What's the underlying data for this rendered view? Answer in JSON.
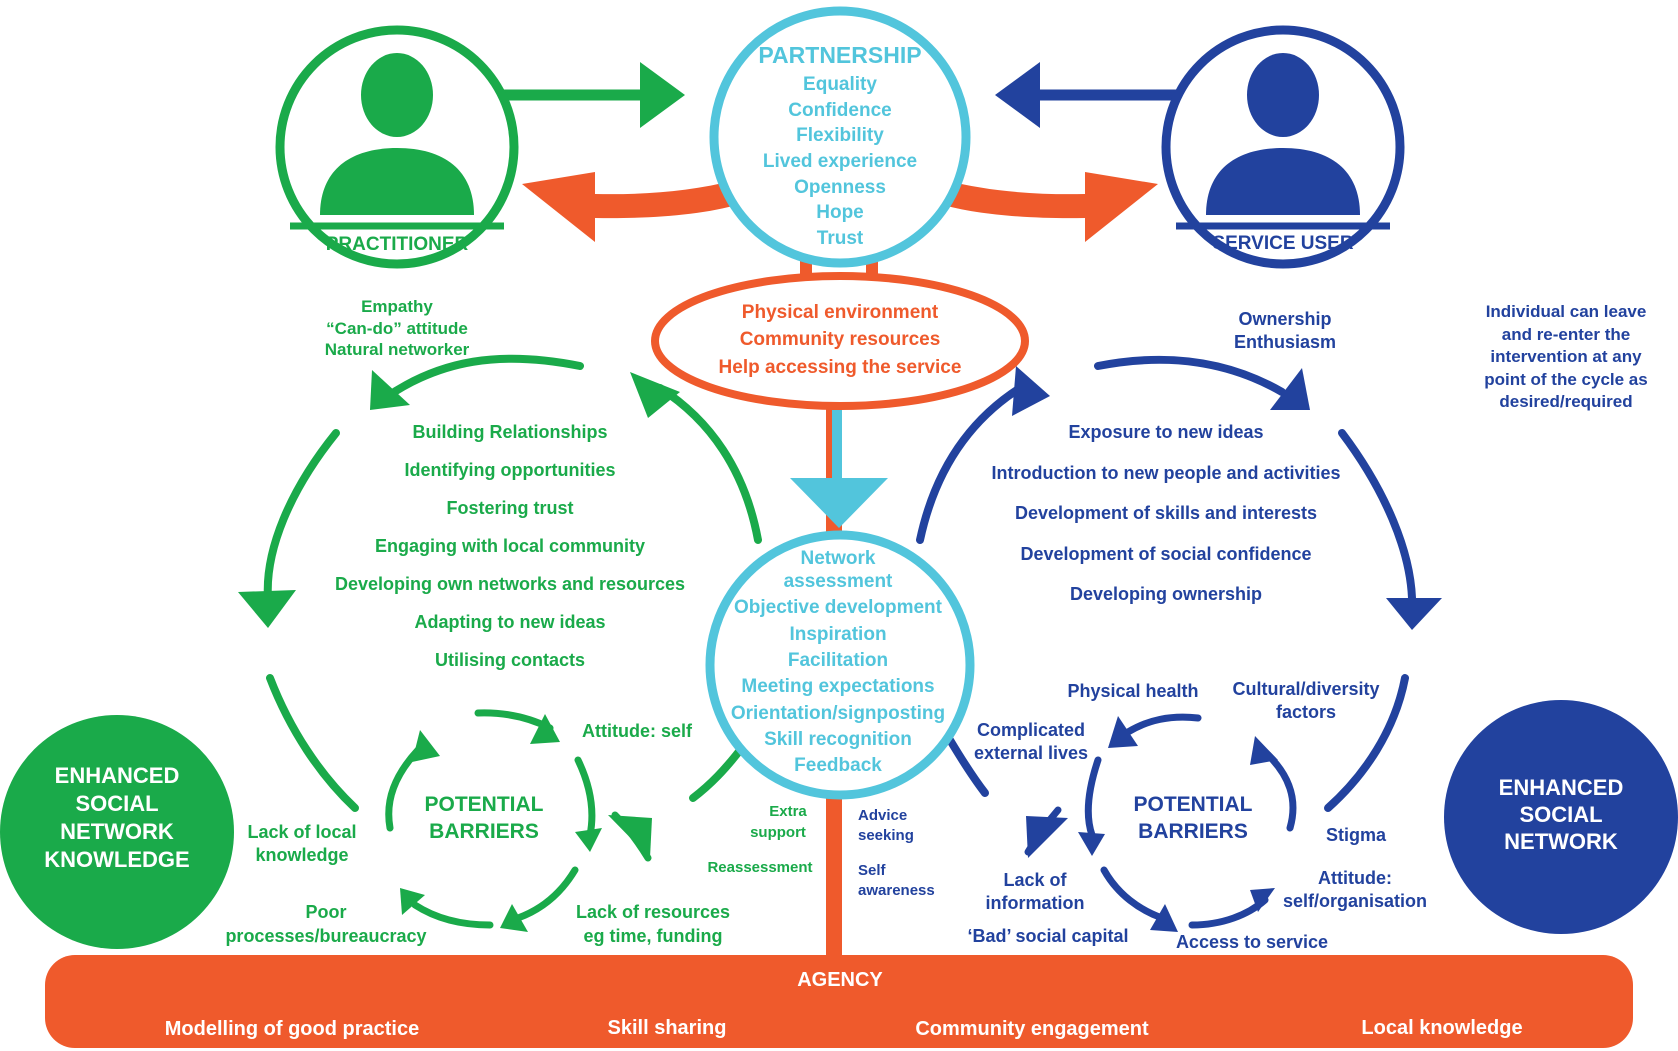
{
  "colors": {
    "green": "#1aaa4a",
    "blue": "#22429e",
    "cyan": "#52c5dc",
    "orange": "#ef5a2c",
    "white": "#ffffff"
  },
  "partnership": {
    "title": "PARTNERSHIP",
    "items": [
      "Equality",
      "Confidence",
      "Flexibility",
      "Lived experience",
      "Openness",
      "Hope",
      "Trust"
    ]
  },
  "practitioner": {
    "label": "PRACTITIONER",
    "traits": [
      "Empathy",
      "“Can-do” attitude",
      "Natural networker"
    ]
  },
  "service_user": {
    "label": "SERVICE USER",
    "traits": [
      "Ownership",
      "Enthusiasm"
    ]
  },
  "environment": {
    "items": [
      "Physical environment",
      "Community resources",
      "Help accessing the service"
    ]
  },
  "intervention_note": [
    "Individual can leave",
    "and re-enter the",
    "intervention at any",
    "point of the cycle as",
    "desired/required"
  ],
  "practitioner_cycle": {
    "items": [
      "Building Relationships",
      "Identifying opportunities",
      "Fostering trust",
      "Engaging with local community",
      "Developing own networks and resources",
      "Adapting to new ideas",
      "Utilising contacts"
    ]
  },
  "service_user_cycle": {
    "items": [
      "Exposure to new ideas",
      "Introduction to new people and activities",
      "Development of skills and interests",
      "Development of social confidence",
      "Developing ownership"
    ]
  },
  "center": {
    "items": [
      "Network",
      "assessment",
      "Objective development",
      "Inspiration",
      "Facilitation",
      "Meeting expectations",
      "Orientation/signposting",
      "Skill recognition",
      "Feedback"
    ]
  },
  "center_left": {
    "extra_support": [
      "Extra",
      "support"
    ],
    "reassessment": "Reassessment"
  },
  "center_right": {
    "advice_seeking": [
      "Advice",
      "seeking"
    ],
    "self_awareness": [
      "Self",
      "awareness"
    ]
  },
  "left_barriers": {
    "title": [
      "POTENTIAL",
      "BARRIERS"
    ],
    "attitude": "Attitude: self",
    "lack_local": [
      "Lack of local",
      "knowledge"
    ],
    "poor_processes": [
      "Poor",
      "processes/bureaucracy"
    ],
    "lack_resources": [
      "Lack of resources",
      "eg time, funding"
    ]
  },
  "right_barriers": {
    "title": [
      "POTENTIAL",
      "BARRIERS"
    ],
    "physical_health": "Physical health",
    "cultural": [
      "Cultural/diversity",
      "factors"
    ],
    "complicated": [
      "Complicated",
      "external lives"
    ],
    "stigma": "Stigma",
    "lack_info": [
      "Lack of",
      "information"
    ],
    "attitude": [
      "Attitude:",
      "self/organisation"
    ],
    "bad_capital": "‘Bad’ social capital",
    "access": "Access to service"
  },
  "outcome_left": [
    "ENHANCED",
    "SOCIAL",
    "NETWORK",
    "KNOWLEDGE"
  ],
  "outcome_right": [
    "ENHANCED",
    "SOCIAL",
    "NETWORK"
  ],
  "agency": {
    "title": "AGENCY",
    "items": [
      "Modelling of good practice",
      "Skill sharing",
      "Community engagement",
      "Local knowledge"
    ]
  }
}
